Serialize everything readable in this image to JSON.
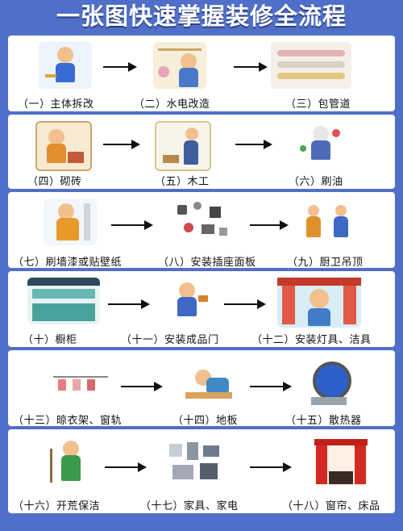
{
  "title": "一张图快速掌握装修全流程",
  "colors": {
    "background": "#4f6fc8",
    "panel": "#ffffff",
    "text": "#111111",
    "title": "#ffffff"
  },
  "rows": [
    {
      "steps": [
        {
          "label": "（一）主体拆改",
          "icon": "worker-icon"
        },
        {
          "label": "（二）水电改造",
          "icon": "electrician-icon"
        },
        {
          "label": "（三）包管道",
          "icon": "pipes-icon"
        }
      ]
    },
    {
      "steps": [
        {
          "label": "（四）砌砖",
          "icon": "bricklayer-icon"
        },
        {
          "label": "（五）木工",
          "icon": "carpenter-icon"
        },
        {
          "label": "（六）刷油",
          "icon": "painter-icon"
        }
      ]
    },
    {
      "steps": [
        {
          "label": "（七）刷墙漆或贴壁纸",
          "icon": "wall-painting-icon"
        },
        {
          "label": "（八）安装插座面板",
          "icon": "socket-panel-icon"
        },
        {
          "label": "（九）厨卫吊顶",
          "icon": "ceiling-icon"
        }
      ]
    },
    {
      "steps": [
        {
          "label": "（十）橱柜",
          "icon": "cabinet-icon"
        },
        {
          "label": "（十一）安装成品门",
          "icon": "door-installer-icon"
        },
        {
          "label": "（十二）安装灯具、洁具",
          "icon": "bathroom-fixtures-icon"
        }
      ]
    },
    {
      "steps": [
        {
          "label": "（十三）晾衣架、窗轨",
          "icon": "clothes-rack-icon"
        },
        {
          "label": "（十四）地板",
          "icon": "floor-icon"
        },
        {
          "label": "（十五）散热器",
          "icon": "radiator-icon"
        }
      ]
    },
    {
      "steps": [
        {
          "label": "（十六）开荒保洁",
          "icon": "cleaner-icon"
        },
        {
          "label": "（十七）家具、家电",
          "icon": "appliances-icon"
        },
        {
          "label": "（十八）窗帘、床品",
          "icon": "curtain-icon"
        }
      ]
    }
  ]
}
